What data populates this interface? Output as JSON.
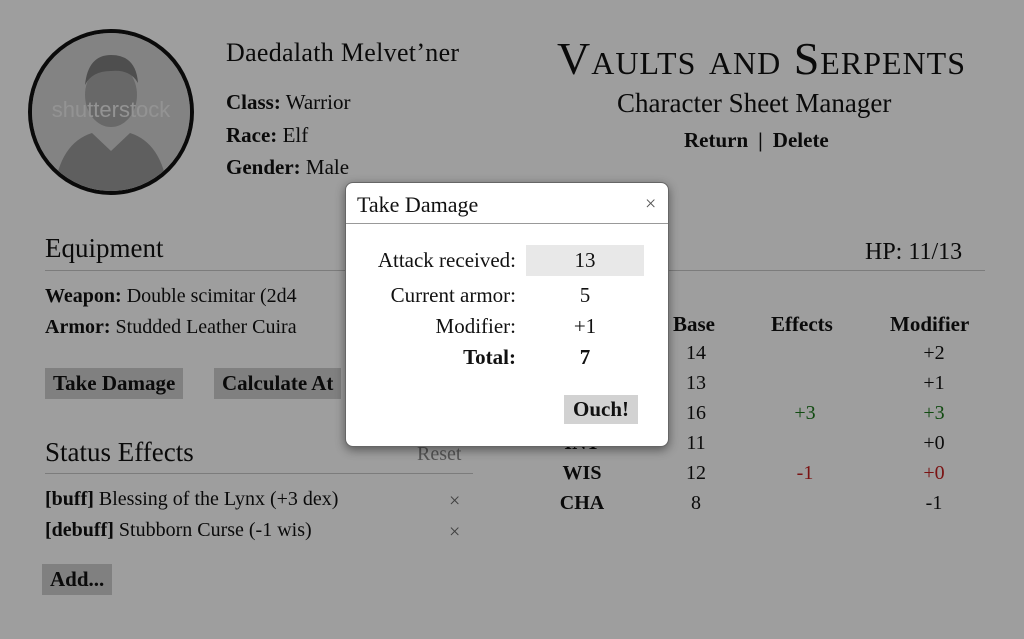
{
  "character": {
    "name": "Daedalath Melvet’ner",
    "class_label": "Class:",
    "class_value": "Warrior",
    "race_label": "Race:",
    "race_value": "Elf",
    "gender_label": "Gender:",
    "gender_value": "Male",
    "avatar_watermark": "shutterstock"
  },
  "header": {
    "app_title": "Vaults and Serpents",
    "subtitle": "Character Sheet Manager",
    "return_link": "Return",
    "separator": "|",
    "delete_link": "Delete"
  },
  "equipment": {
    "heading": "Equipment",
    "weapon_label": "Weapon:",
    "weapon_value": "Double scimitar (2d4",
    "armor_label": "Armor:",
    "armor_value": "Studded Leather Cuira",
    "take_damage_button": "Take Damage",
    "calculate_button": "Calculate At"
  },
  "hp": {
    "text": "HP: 11/13"
  },
  "status_effects": {
    "heading": "Status Effects",
    "reset_label": "Reset",
    "items": [
      {
        "tag": "[buff]",
        "text": "Blessing of the Lynx (+3 dex)",
        "remove": "×"
      },
      {
        "tag": "[debuff]",
        "text": "Stubborn Curse (-1 wis)",
        "remove": "×"
      }
    ],
    "add_button": "Add..."
  },
  "stats": {
    "headers": {
      "base": "Base",
      "effects": "Effects",
      "modifier": "Modifier"
    },
    "rows": [
      {
        "name": "",
        "base": "14",
        "effects": "",
        "modifier": "+2"
      },
      {
        "name": "",
        "base": "13",
        "effects": "",
        "modifier": "+1"
      },
      {
        "name": "",
        "base": "16",
        "effects": "+3",
        "modifier": "+3"
      },
      {
        "name": "INT",
        "base": "11",
        "effects": "",
        "modifier": "+0"
      },
      {
        "name": "WIS",
        "base": "12",
        "effects": "-1",
        "modifier": "+0"
      },
      {
        "name": "CHA",
        "base": "8",
        "effects": "",
        "modifier": "-1"
      }
    ],
    "colors": {
      "positive": "#1e7a1e",
      "negative": "#c62020"
    }
  },
  "modal": {
    "title": "Take Damage",
    "close": "×",
    "attack_label": "Attack received:",
    "attack_value": "13",
    "armor_label": "Current armor:",
    "armor_value": "5",
    "modifier_label": "Modifier:",
    "modifier_value": "+1",
    "total_label": "Total:",
    "total_value": "7",
    "submit_button": "Ouch!"
  }
}
